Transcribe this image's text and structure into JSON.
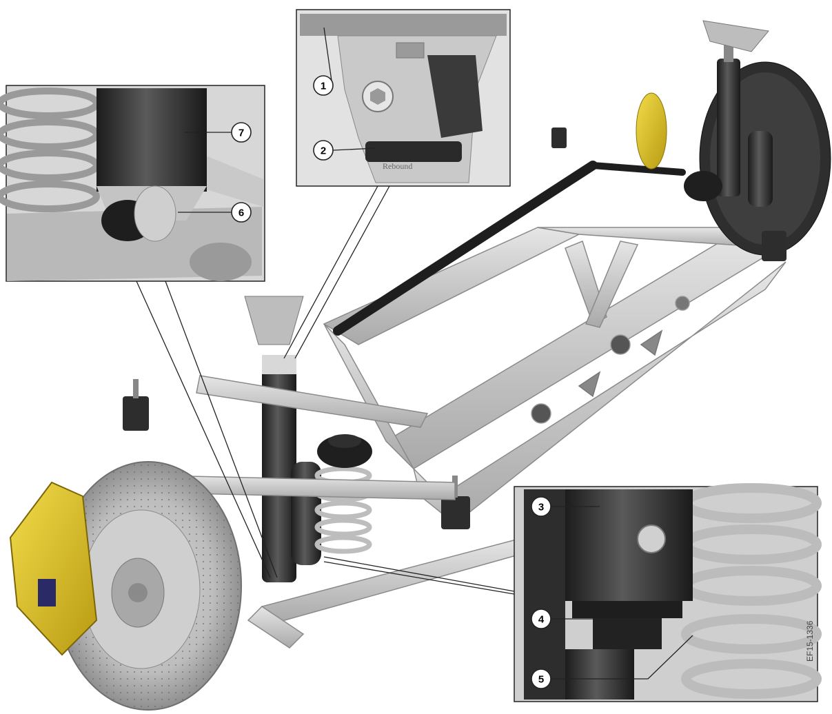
{
  "figure_code": "EF15-1336",
  "inset_top_engraving": "Rebound",
  "callouts": [
    "1",
    "2",
    "3",
    "4",
    "5",
    "6",
    "7"
  ],
  "colors": {
    "caliper": "#e3c52a",
    "frame": "#c8c8c8",
    "damper": "#2b2b2b",
    "disc": "#b9b9b9",
    "stabilizer": "#1e1e1e"
  }
}
